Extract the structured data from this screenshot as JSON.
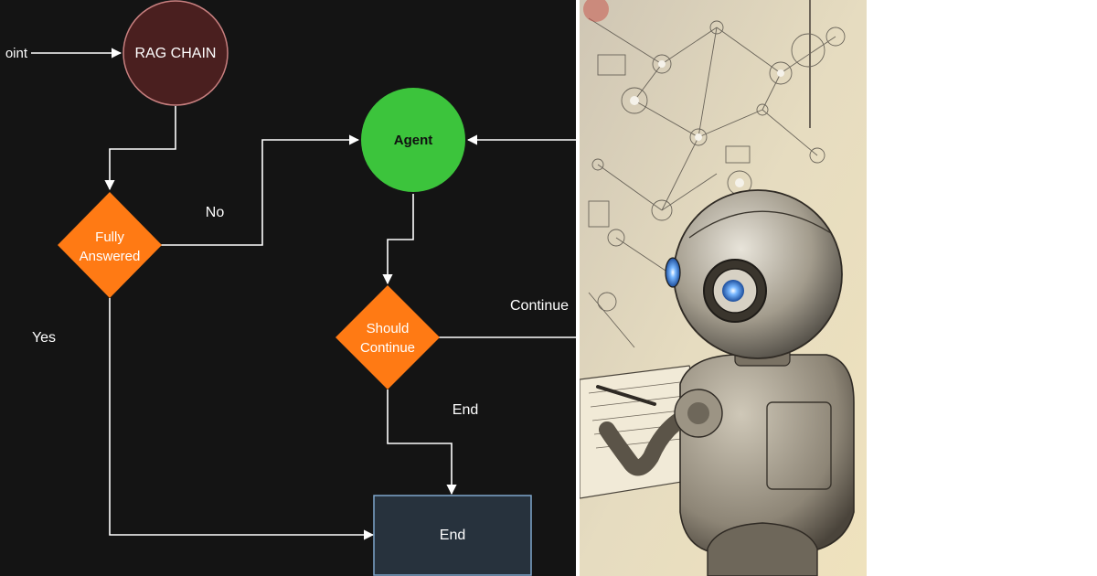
{
  "flowchart": {
    "entry_label": "oint",
    "rag_chain": "RAG CHAIN",
    "fully_answered_line1": "Fully",
    "fully_answered_line2": "Answered",
    "agent": "Agent",
    "should_continue_line1": "Should",
    "should_continue_line2": "Continue",
    "end_node": "End",
    "edge_no": "No",
    "edge_yes": "Yes",
    "edge_continue": "Continue",
    "edge_end": "End"
  },
  "colors": {
    "background": "#141414",
    "rag_chain_fill": "#4a1f1f",
    "rag_chain_stroke": "#c98080",
    "agent_fill": "#3cc43c",
    "decision_fill": "#ff7a14",
    "end_fill": "#27323d",
    "end_stroke": "#7ea6cc",
    "line": "#ffffff"
  },
  "illustration": {
    "subject": "robot-sketch-illustration"
  }
}
